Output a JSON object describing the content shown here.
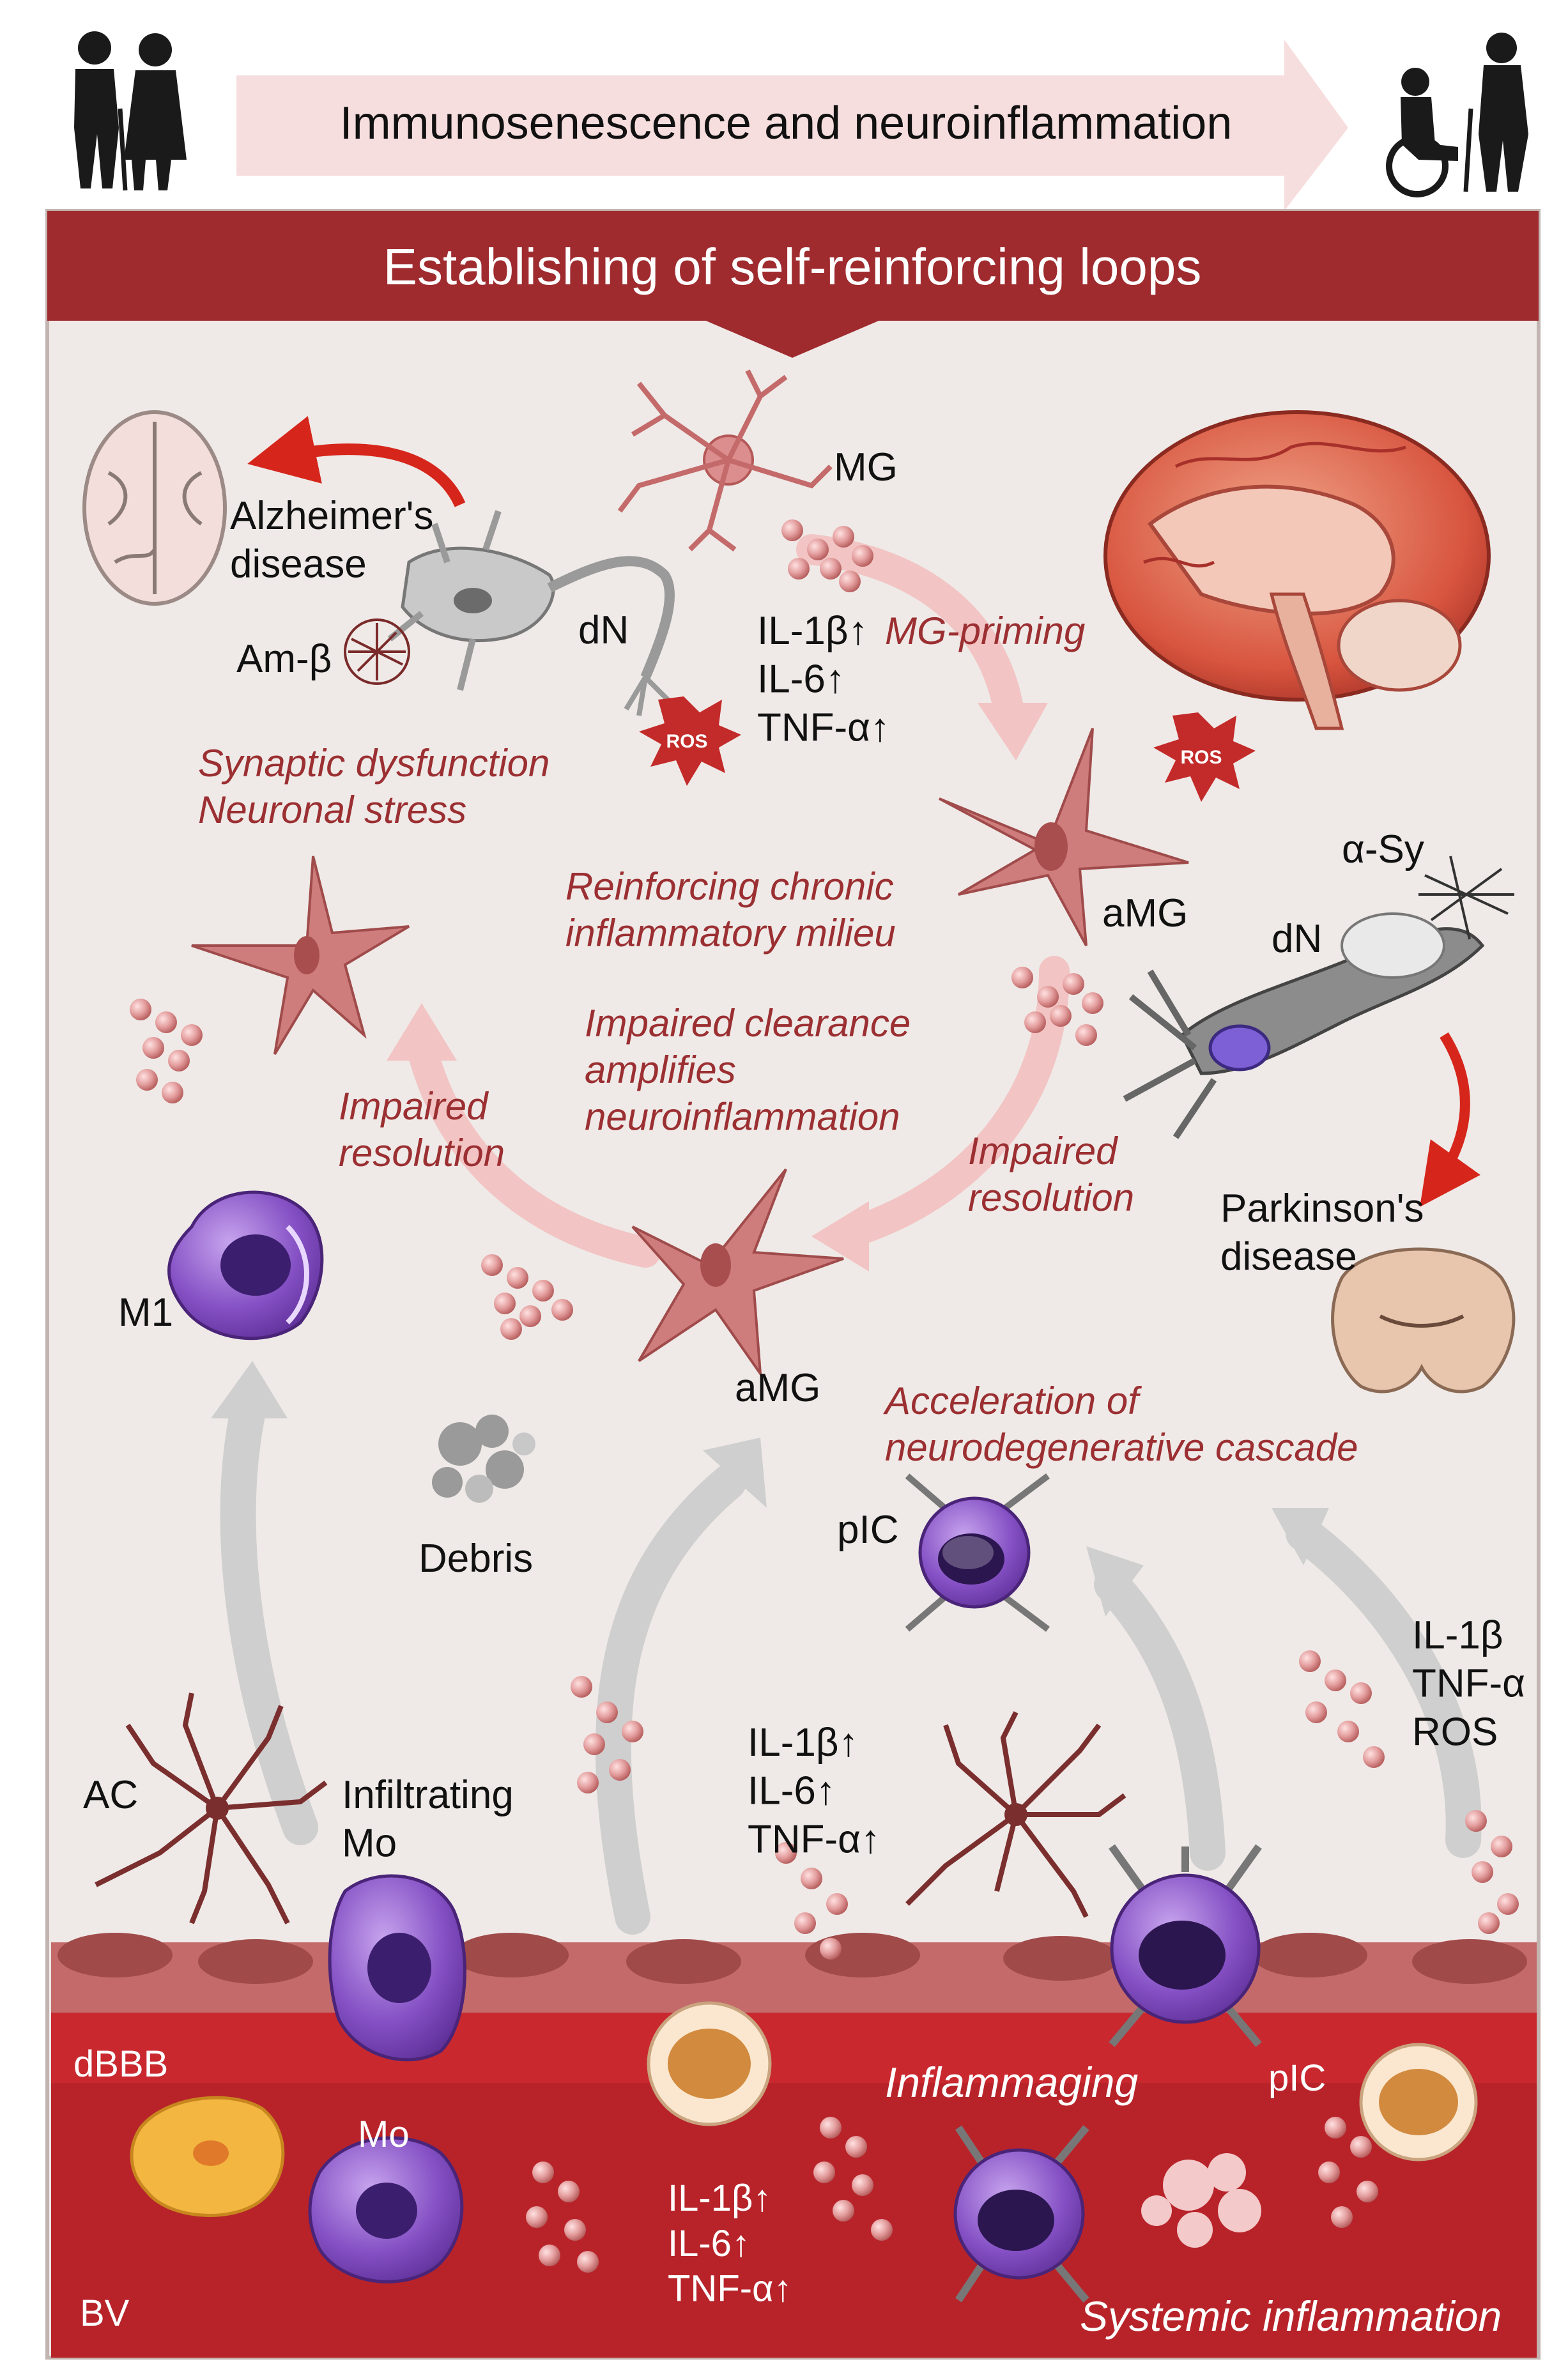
{
  "header": {
    "top_title": "Immunosenescence and neuroinflammation",
    "banner_title": "Establishing of self-reinforcing loops"
  },
  "labels": {
    "mg": "MG",
    "alzheimers": "Alzheimer's\ndisease",
    "am_beta": "Am-β",
    "dn_left": "dN",
    "cytokines_top": "IL-1β↑\nIL-6↑\nTNF-α↑",
    "mg_priming": "MG-priming",
    "ros_a": "ROS",
    "ros_b": "ROS",
    "synaptic": "Synaptic dysfunction\nNeuronal stress",
    "reinforcing": "Reinforcing chronic\ninflammatory milieu",
    "amg_right": "aMG",
    "alpha_sy": "α-Sy",
    "dn_right": "dN",
    "impaired_clearance": "Impaired clearance\namplifies\nneuroinflammation",
    "impaired_res_left": "Impaired\nresolution",
    "impaired_res_right": "Impaired\nresolution",
    "parkinsons": "Parkinson's\ndisease",
    "m1": "M1",
    "amg_center": "aMG",
    "acceleration": "Acceleration of\nneurodegenerative cascade",
    "debris": "Debris",
    "pic_mid": "pIC",
    "right_cytokines": "IL-1β\nTNF-α\nROS",
    "ac": "AC",
    "infiltrating": "Infiltrating\nMo",
    "cytokines_mid": "IL-1β↑\nIL-6↑\nTNF-α↑",
    "dbbb": "dBBB",
    "inflammaging": "Inflammaging",
    "pic_low": "pIC",
    "mo": "Mo",
    "cytokines_bv": "IL-1β↑\nIL-6↑\nTNF-α↑",
    "bv": "BV",
    "systemic": "Systemic inflammation"
  },
  "colors": {
    "banner": "#9f2b2f",
    "panel": "#efeae7",
    "vessel": "#b8232a",
    "cell_pink": "#cf7c7c",
    "cell_purple": "#7d45b8",
    "italic_text": "#9b2f32",
    "arrow_pink": "#f2c4c4",
    "arrow_grey": "#cfcfcf"
  }
}
